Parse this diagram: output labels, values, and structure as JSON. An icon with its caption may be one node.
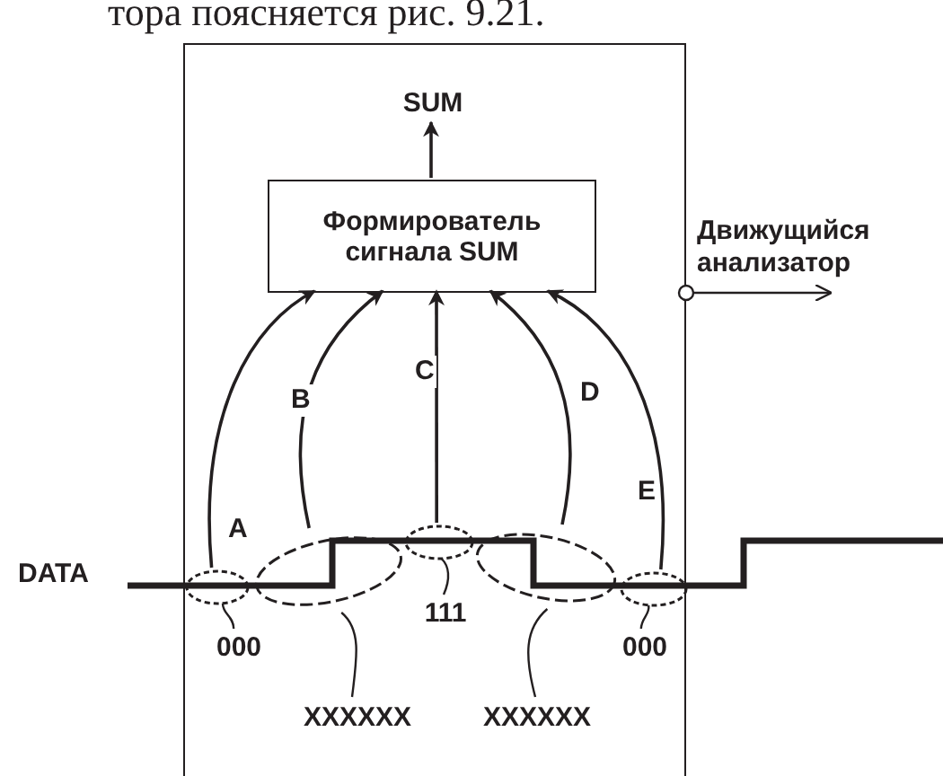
{
  "diagram": {
    "nodes": [
      {
        "text": [],
        "shape": "box"
      },
      {
        "text": [
          "Формирователь сигнала SUM"
        ],
        "in": 0
      },
      {
        "text": [
          "SUM"
        ],
        "in": 0
      },
      {
        "text": [],
        "shape": "ellipse",
        "in": 0
      },
      {
        "text": [],
        "shape": "ellipse",
        "in": 0
      },
      {
        "text": [],
        "shape": "ellipse",
        "in": 0
      },
      {
        "text": [],
        "shape": "ellipse",
        "in": 0
      },
      {
        "text": [],
        "shape": "ellipse",
        "in": 0
      },
      {
        "text": [
          "000"
        ],
        "in": 0
      },
      {
        "text": [
          "XXXXXX"
        ],
        "in": 0
      },
      {
        "text": [
          "111"
        ],
        "in": 0
      },
      {
        "text": [
          "XXXXXX"
        ],
        "in": 0
      },
      {
        "text": [
          "000"
        ],
        "in": 0
      }
    ],
    "edges": [
      {
        "from": 1,
        "to": 2,
        "arrow": "to"
      },
      {
        "from": 3,
        "to": 1,
        "arrow": "to",
        "label": "A"
      },
      {
        "from": 4,
        "to": 1,
        "arrow": "to",
        "label": "B"
      },
      {
        "from": 5,
        "to": 1,
        "arrow": "to",
        "label": "C"
      },
      {
        "from": 6,
        "to": 1,
        "arrow": "to",
        "label": "D"
      },
      {
        "from": 7,
        "to": 1,
        "arrow": "to",
        "label": "E"
      },
      {
        "from": 8,
        "to": 3,
        "arrow": "none"
      },
      {
        "from": 9,
        "to": 4,
        "arrow": "none"
      },
      {
        "from": 10,
        "to": 5,
        "arrow": "none"
      },
      {
        "from": 11,
        "to": 6,
        "arrow": "none"
      },
      {
        "from": 12,
        "to": 7,
        "arrow": "none"
      }
    ],
    "labels": [
      "тора поясняется рис. 9.21.",
      "DATA",
      "Движущийся анализатор"
    ]
  }
}
